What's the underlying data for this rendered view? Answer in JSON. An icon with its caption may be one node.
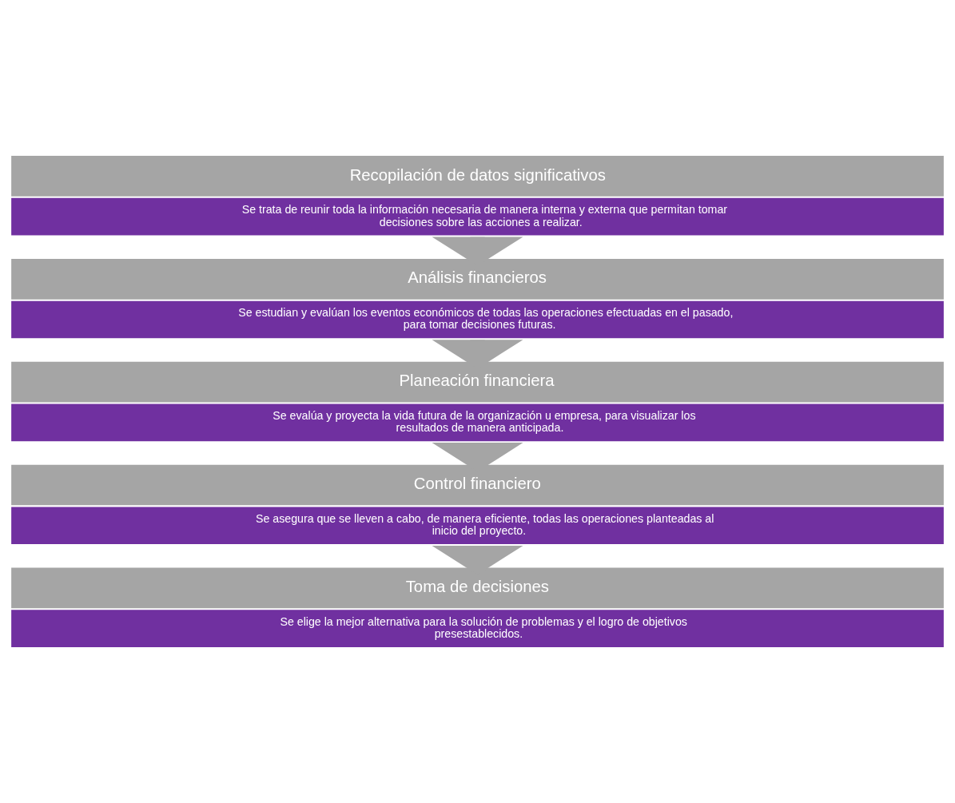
{
  "diagram": {
    "nodes": [
      {
        "text": [
          "Recopilación de datos significativos",
          "Se trata de reunir toda la información necesaria de manera interna y externa que permitan tomar decisiones sobre las acciones a realizar."
        ]
      },
      {
        "text": [
          "Análisis financieros",
          "Se estudian y evalúan los eventos económicos de todas las operaciones efectuadas en el pasado, para tomar decisiones futuras."
        ]
      },
      {
        "text": [
          "Planeación financiera",
          "Se evalúa y proyecta la vida futura de la organización u empresa, para visualizar los resultados de manera anticipada."
        ]
      },
      {
        "text": [
          "Control financiero",
          "Se asegura que se lleven a cabo, de manera eficiente, todas las operaciones planteadas al inicio del proyecto."
        ]
      },
      {
        "text": [
          "Toma de decisiones",
          "Se elige la mejor alternativa para la solución de problemas y el logro de objetivos presestablecidos."
        ]
      }
    ],
    "edges": [
      {
        "from": 0,
        "to": 1,
        "arrow": "to"
      },
      {
        "from": 1,
        "to": 2,
        "arrow": "to"
      },
      {
        "from": 2,
        "to": 3,
        "arrow": "to"
      },
      {
        "from": 3,
        "to": 4,
        "arrow": "to"
      }
    ]
  }
}
